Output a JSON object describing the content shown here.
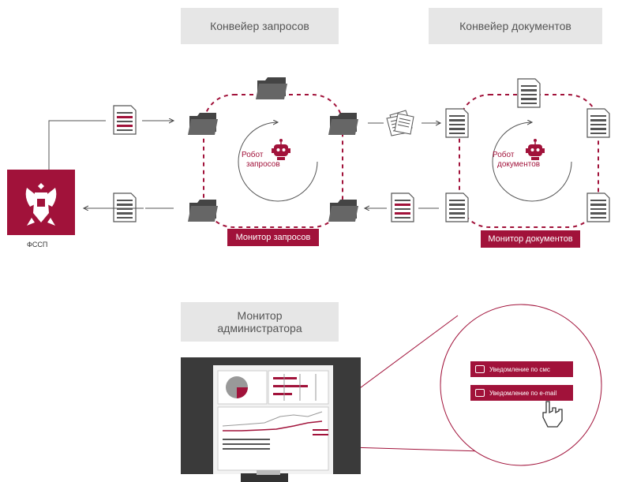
{
  "headers": {
    "requests_pipeline": "Конвейер запросов",
    "documents_pipeline": "Конвейер документов",
    "admin_monitor_line1": "Монитор",
    "admin_monitor_line2": "администратора"
  },
  "robots": {
    "requests_line1": "Робот",
    "requests_line2": "запросов",
    "documents_line1": "Робот",
    "documents_line2": "документов"
  },
  "monitors": {
    "requests": "Монитор запросов",
    "documents": "Монитор документов"
  },
  "fssp_label": "ФССП",
  "notifications": {
    "sms": "Уведомление по смс",
    "email": "Уведомление по e-mail"
  },
  "colors": {
    "accent": "#a1123a",
    "gray_box": "#e6e6e6",
    "dark": "#444444"
  }
}
